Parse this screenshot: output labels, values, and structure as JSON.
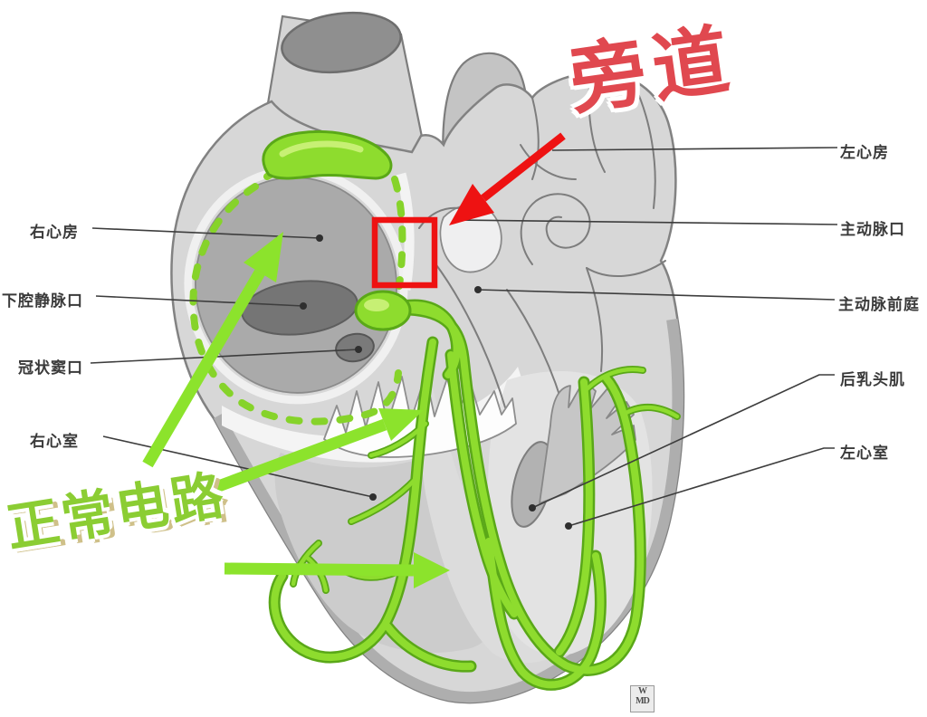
{
  "diagram": {
    "title_overlays": {
      "accessory_pathway": "旁道",
      "normal_circuit": "正常电路"
    },
    "labels_left": [
      {
        "text": "右心房"
      },
      {
        "text": "下腔静脉口"
      },
      {
        "text": "冠状窦口"
      },
      {
        "text": "右心室"
      }
    ],
    "labels_right": [
      {
        "text": "左心房"
      },
      {
        "text": "主动脉口"
      },
      {
        "text": "主动脉前庭"
      },
      {
        "text": "后乳头肌"
      },
      {
        "text": "左心室"
      }
    ],
    "watermark_line1": "W",
    "watermark_line2": "MD",
    "colors": {
      "highlight_red": "#ee1212",
      "conduction_green": "#8edc2e",
      "annotation_red_text": "#e0484f",
      "annotation_green_text": "#8bcd33",
      "heart_body_gray": "#d7d7d7",
      "atrium_gray": "#aaaaaa",
      "opening_dark_gray": "#757575"
    }
  }
}
